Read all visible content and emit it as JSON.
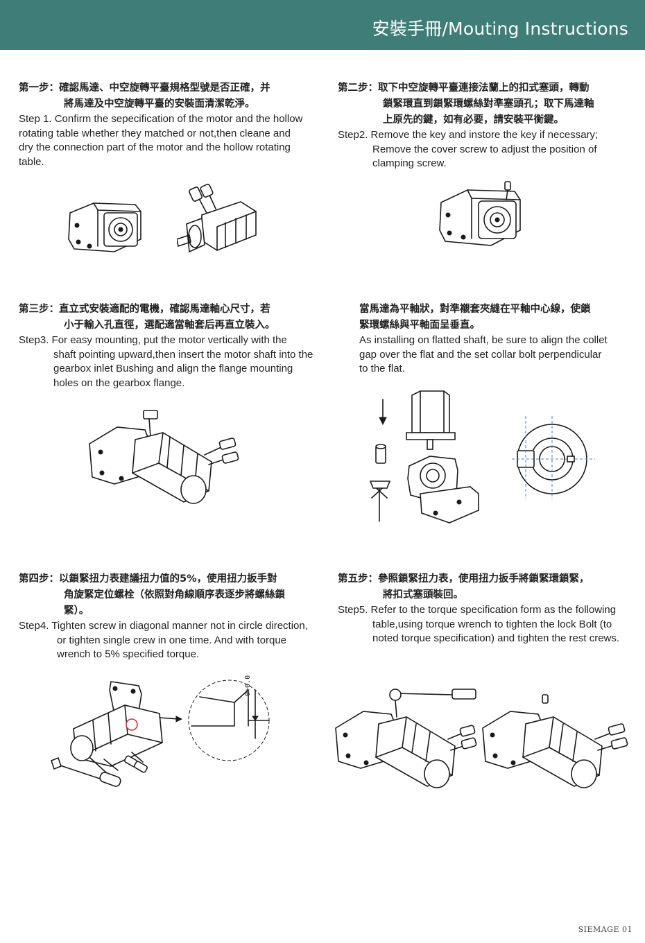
{
  "header": {
    "title": "安裝手冊/Mouting Instructions"
  },
  "step1": {
    "zh_label": "第一步：",
    "zh_line1": "確認馬達、中空旋轉平臺規格型號是否正確，并",
    "zh_line2": "將馬達及中空旋轉平臺的安裝面清潔乾淨。",
    "en": [
      "Step 1. Confirm the sepecification of the motor and the hollow",
      "rotating table whether they matched or not,then cleane and",
      "dry the connection part of the motor and the hollow rotating",
      "table."
    ]
  },
  "step2": {
    "zh_label": "第二步：",
    "zh_line1": "取下中空旋轉平臺連接法蘭上的扣式塞頭，轉動",
    "zh_line2": "鎖緊環直到鎖緊環螺絲對準塞頭孔；取下馬達軸",
    "zh_line3": "上原先的鍵，如有必要，請安裝平衡鍵。",
    "en_label": "Step2.",
    "en": [
      "Remove the key and instore the key if necessary;",
      "Remove the cover screw to adjust the position of",
      "clamping screw."
    ]
  },
  "step3": {
    "zh_label": "第三步：",
    "zh_line1": "直立式安裝適配的電機，確認馬達軸心尺寸，若",
    "zh_line2": "小于輸入孔直徑，選配適當軸套后再直立裝入。",
    "en_label": "Step3.",
    "en": [
      "For easy mounting, put the motor vertically with the",
      "shaft pointing upward,then insert the motor shaft into the",
      "gearbox inlet Bushing and align the flange mounting",
      "holes on the gearbox flange."
    ]
  },
  "flat_shaft": {
    "zh_line1": "當馬達為平軸狀，對準襯套夾縫在平軸中心線，使鎖",
    "zh_line2": "緊環螺絲與平軸面呈垂直。",
    "en": [
      "As installing on flatted shaft, be sure to align the collet",
      "gap over the flat and the set collar bolt perpendicular",
      "to the flat."
    ]
  },
  "step4": {
    "zh_label": "第四步：",
    "zh_line1": "以鎖緊扭力表建議扭力值的5%，使用扭力扳手對",
    "zh_line2": "角旋緊定位螺栓（依照對角線順序表逐步將螺絲鎖",
    "zh_line3": "緊）。",
    "en_label": "Step4.",
    "en": [
      "Tighten screw in diagonal manner not in circle direction,",
      "or tighten single crew in one time. And with torque",
      "wrench to 5% specified torque."
    ],
    "tolerance_label": "0+0.0"
  },
  "step5": {
    "zh_label": "第五步：",
    "zh_line1": "參照鎖緊扭力表，使用扭力扳手將鎖緊環鎖緊，",
    "zh_line2": "將扣式塞頭裝回。",
    "en_label": "Step5.",
    "en": [
      "Refer to the torque specification form as the following",
      "table,using torque wrench to tighten the lock Bolt (to",
      "noted torque specification) and tighten the rest crews."
    ]
  },
  "footer": {
    "page_label": "SIEMAGE 01"
  },
  "colors": {
    "header_bg": "#3f7d78",
    "header_text": "#ffffff",
    "dim_line": "#4a7fc0"
  }
}
